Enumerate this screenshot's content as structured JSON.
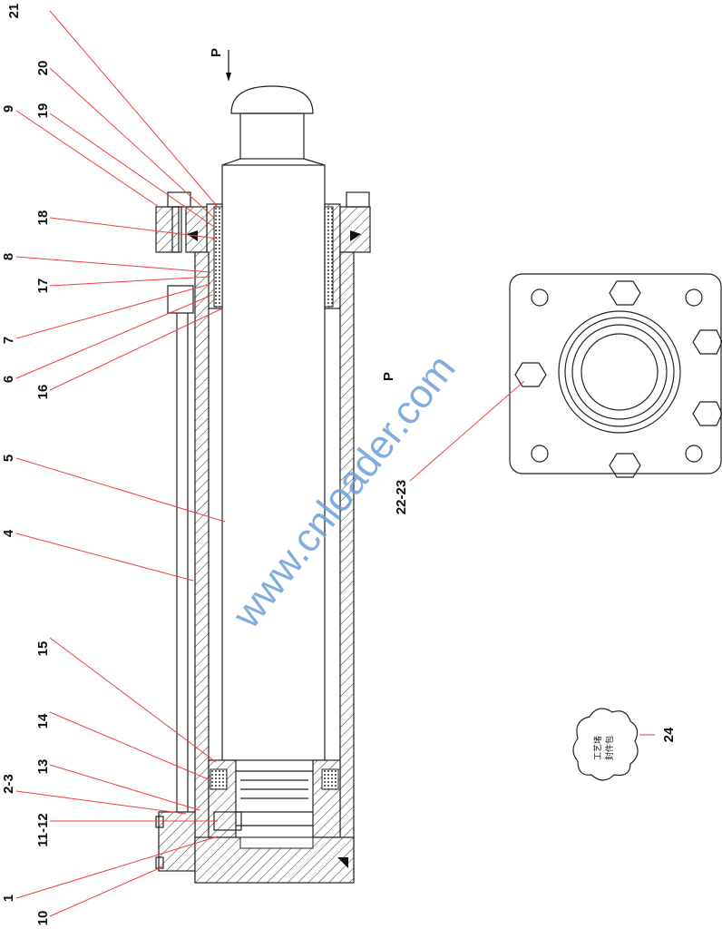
{
  "part_labels": [
    "21",
    "20",
    "9",
    "19",
    "18",
    "8",
    "17",
    "7",
    "6",
    "16",
    "5",
    "4",
    "15",
    "14",
    "13",
    "2-3",
    "11-12",
    "1",
    "10",
    "22-23",
    "24"
  ],
  "view_labels": {
    "force_top": "P",
    "view_mid": "P"
  },
  "cloud_note": {
    "line1": "工艺堵",
    "line2": "封件包"
  },
  "watermark": "www.cnloader.com",
  "colors": {
    "leader": "#f04040",
    "watermark": "#6d9fd8",
    "lines": "#222222"
  }
}
